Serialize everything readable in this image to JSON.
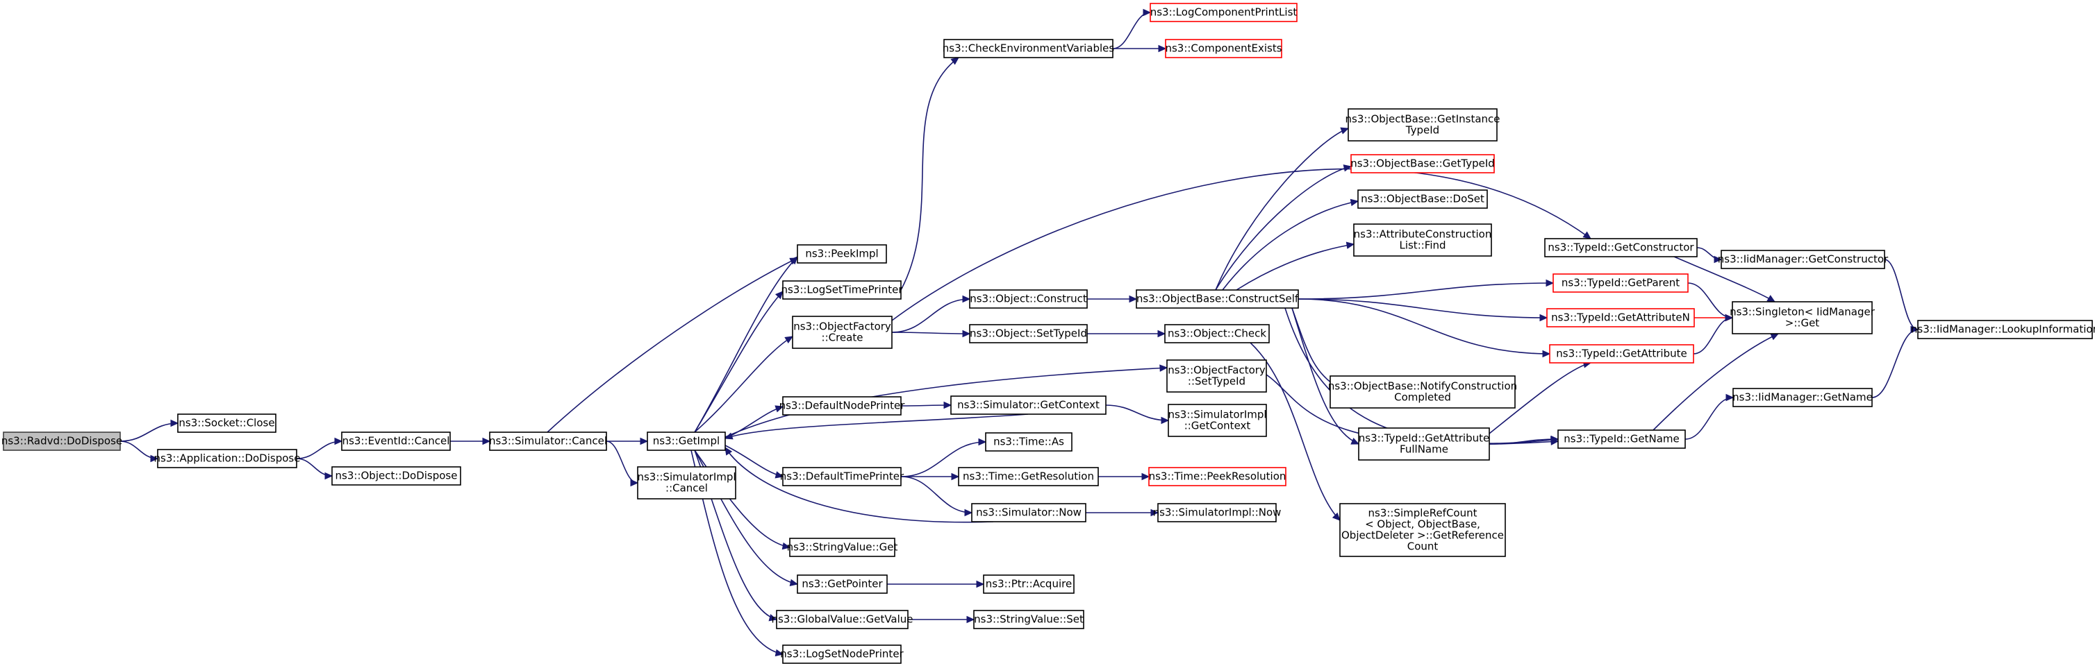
{
  "graph": {
    "nodes": [
      {
        "id": "radvd_dodispose",
        "lines": [
          "ns3::Radvd::DoDispose"
        ],
        "style": "root"
      },
      {
        "id": "socket_close",
        "lines": [
          "ns3::Socket::Close"
        ],
        "style": "normal"
      },
      {
        "id": "application_dodispose",
        "lines": [
          "ns3::Application::DoDispose"
        ],
        "style": "normal"
      },
      {
        "id": "eventid_cancel",
        "lines": [
          "ns3::EventId::Cancel"
        ],
        "style": "normal"
      },
      {
        "id": "object_dodispose",
        "lines": [
          "ns3::Object::DoDispose"
        ],
        "style": "normal"
      },
      {
        "id": "simulator_cancel",
        "lines": [
          "ns3::Simulator::Cancel"
        ],
        "style": "normal"
      },
      {
        "id": "getimpl",
        "lines": [
          "ns3::GetImpl"
        ],
        "style": "normal"
      },
      {
        "id": "simulatorimpl_cancel",
        "lines": [
          "ns3::SimulatorImpl",
          "::Cancel"
        ],
        "style": "normal"
      },
      {
        "id": "peekimpl",
        "lines": [
          "ns3::PeekImpl"
        ],
        "style": "normal"
      },
      {
        "id": "logsettimeprinter",
        "lines": [
          "ns3::LogSetTimePrinter"
        ],
        "style": "normal"
      },
      {
        "id": "objectfactory_create",
        "lines": [
          "ns3::ObjectFactory",
          "::Create"
        ],
        "style": "normal"
      },
      {
        "id": "defaultnodeprinter",
        "lines": [
          "ns3::DefaultNodePrinter"
        ],
        "style": "normal"
      },
      {
        "id": "defaulttimeprinter",
        "lines": [
          "ns3::DefaultTimePrinter"
        ],
        "style": "normal"
      },
      {
        "id": "stringvalue_get",
        "lines": [
          "ns3::StringValue::Get"
        ],
        "style": "normal"
      },
      {
        "id": "getpointer",
        "lines": [
          "ns3::GetPointer"
        ],
        "style": "normal"
      },
      {
        "id": "globalvalue_getvalue",
        "lines": [
          "ns3::GlobalValue::GetValue"
        ],
        "style": "normal"
      },
      {
        "id": "logsetnodeprinter",
        "lines": [
          "ns3::LogSetNodePrinter"
        ],
        "style": "normal"
      },
      {
        "id": "checkenvironmentvariables",
        "lines": [
          "ns3::CheckEnvironmentVariables"
        ],
        "style": "normal"
      },
      {
        "id": "logcomponentprintlist",
        "lines": [
          "ns3::LogComponentPrintList"
        ],
        "style": "red"
      },
      {
        "id": "componentexists",
        "lines": [
          "ns3::ComponentExists"
        ],
        "style": "red"
      },
      {
        "id": "object_construct",
        "lines": [
          "ns3::Object::Construct"
        ],
        "style": "normal"
      },
      {
        "id": "object_settypeid",
        "lines": [
          "ns3::Object::SetTypeId"
        ],
        "style": "normal"
      },
      {
        "id": "objectfactory_settypeid",
        "lines": [
          "ns3::ObjectFactory",
          "::SetTypeId"
        ],
        "style": "normal"
      },
      {
        "id": "simulator_getcontext",
        "lines": [
          "ns3::Simulator::GetContext"
        ],
        "style": "normal"
      },
      {
        "id": "time_as",
        "lines": [
          "ns3::Time::As"
        ],
        "style": "normal"
      },
      {
        "id": "time_getresolution",
        "lines": [
          "ns3::Time::GetResolution"
        ],
        "style": "normal"
      },
      {
        "id": "simulator_now",
        "lines": [
          "ns3::Simulator::Now"
        ],
        "style": "normal"
      },
      {
        "id": "ptr_acquire",
        "lines": [
          "ns3::Ptr::Acquire"
        ],
        "style": "normal"
      },
      {
        "id": "stringvalue_set",
        "lines": [
          "ns3::StringValue::Set"
        ],
        "style": "normal"
      },
      {
        "id": "objectbase_constructself",
        "lines": [
          "ns3::ObjectBase::ConstructSelf"
        ],
        "style": "normal"
      },
      {
        "id": "object_check",
        "lines": [
          "ns3::Object::Check"
        ],
        "style": "normal"
      },
      {
        "id": "simulatorimpl_getcontext",
        "lines": [
          "ns3::SimulatorImpl",
          "::GetContext"
        ],
        "style": "normal"
      },
      {
        "id": "time_peekresolution",
        "lines": [
          "ns3::Time::PeekResolution"
        ],
        "style": "red"
      },
      {
        "id": "simulatorimpl_now",
        "lines": [
          "ns3::SimulatorImpl::Now"
        ],
        "style": "normal"
      },
      {
        "id": "objectbase_getinstancetypeid",
        "lines": [
          "ns3::ObjectBase::GetInstance",
          "TypeId"
        ],
        "style": "normal"
      },
      {
        "id": "objectbase_gettypeid",
        "lines": [
          "ns3::ObjectBase::GetTypeId"
        ],
        "style": "red"
      },
      {
        "id": "objectbase_doset",
        "lines": [
          "ns3::ObjectBase::DoSet"
        ],
        "style": "normal"
      },
      {
        "id": "attributeconstructionlist_find",
        "lines": [
          "ns3::AttributeConstruction",
          "List::Find"
        ],
        "style": "normal"
      },
      {
        "id": "objectbase_notifyconstructioncompleted",
        "lines": [
          "ns3::ObjectBase::NotifyConstruction",
          "Completed"
        ],
        "style": "normal"
      },
      {
        "id": "typeid_getattributefullname",
        "lines": [
          "ns3::TypeId::GetAttribute",
          "FullName"
        ],
        "style": "normal"
      },
      {
        "id": "simplerefcount_getreferencecount",
        "lines": [
          "ns3::SimpleRefCount",
          "< Object, ObjectBase,",
          "ObjectDeleter >::GetReference",
          "Count"
        ],
        "style": "normal"
      },
      {
        "id": "typeid_getconstructor",
        "lines": [
          "ns3::TypeId::GetConstructor"
        ],
        "style": "normal"
      },
      {
        "id": "typeid_getparent",
        "lines": [
          "ns3::TypeId::GetParent"
        ],
        "style": "red"
      },
      {
        "id": "typeid_getattributen",
        "lines": [
          "ns3::TypeId::GetAttributeN"
        ],
        "style": "red"
      },
      {
        "id": "typeid_getattribute",
        "lines": [
          "ns3::TypeId::GetAttribute"
        ],
        "style": "red"
      },
      {
        "id": "typeid_getname",
        "lines": [
          "ns3::TypeId::GetName"
        ],
        "style": "normal"
      },
      {
        "id": "iidmanager_getconstructor",
        "lines": [
          "ns3::IidManager::GetConstructor"
        ],
        "style": "normal"
      },
      {
        "id": "singleton_get",
        "lines": [
          "ns3::Singleton< IidManager",
          " >::Get"
        ],
        "style": "normal"
      },
      {
        "id": "iidmanager_getname",
        "lines": [
          "ns3::IidManager::GetName"
        ],
        "style": "normal"
      },
      {
        "id": "iidmanager_lookupinformation",
        "lines": [
          "ns3::IidManager::LookupInformation"
        ],
        "style": "normal"
      }
    ],
    "edges": [
      {
        "from": "radvd_dodispose",
        "to": "socket_close"
      },
      {
        "from": "radvd_dodispose",
        "to": "application_dodispose"
      },
      {
        "from": "application_dodispose",
        "to": "eventid_cancel"
      },
      {
        "from": "application_dodispose",
        "to": "object_dodispose"
      },
      {
        "from": "eventid_cancel",
        "to": "simulator_cancel"
      },
      {
        "from": "simulator_cancel",
        "to": "getimpl"
      },
      {
        "from": "simulator_cancel",
        "to": "simulatorimpl_cancel"
      },
      {
        "from": "simulator_cancel",
        "to": "peekimpl"
      },
      {
        "from": "getimpl",
        "to": "peekimpl"
      },
      {
        "from": "getimpl",
        "to": "logsettimeprinter"
      },
      {
        "from": "getimpl",
        "to": "objectfactory_create"
      },
      {
        "from": "getimpl",
        "to": "objectfactory_settypeid"
      },
      {
        "from": "getimpl",
        "to": "defaultnodeprinter"
      },
      {
        "from": "getimpl",
        "to": "defaulttimeprinter"
      },
      {
        "from": "getimpl",
        "to": "stringvalue_get"
      },
      {
        "from": "getimpl",
        "to": "getpointer"
      },
      {
        "from": "getimpl",
        "to": "globalvalue_getvalue"
      },
      {
        "from": "getimpl",
        "to": "logsetnodeprinter"
      },
      {
        "from": "logsettimeprinter",
        "to": "checkenvironmentvariables"
      },
      {
        "from": "checkenvironmentvariables",
        "to": "logcomponentprintlist"
      },
      {
        "from": "checkenvironmentvariables",
        "to": "componentexists"
      },
      {
        "from": "objectfactory_create",
        "to": "typeid_getconstructor"
      },
      {
        "from": "objectfactory_create",
        "to": "object_construct"
      },
      {
        "from": "objectfactory_create",
        "to": "object_settypeid"
      },
      {
        "from": "object_construct",
        "to": "objectbase_constructself"
      },
      {
        "from": "object_settypeid",
        "to": "object_check"
      },
      {
        "from": "object_check",
        "to": "simplerefcount_getreferencecount"
      },
      {
        "from": "objectfactory_settypeid",
        "to": "typeid_getname"
      },
      {
        "from": "defaultnodeprinter",
        "to": "simulator_getcontext"
      },
      {
        "from": "simulator_getcontext",
        "to": "getimpl"
      },
      {
        "from": "simulator_getcontext",
        "to": "simulatorimpl_getcontext"
      },
      {
        "from": "defaulttimeprinter",
        "to": "time_as"
      },
      {
        "from": "defaulttimeprinter",
        "to": "time_getresolution"
      },
      {
        "from": "defaulttimeprinter",
        "to": "simulator_now"
      },
      {
        "from": "time_getresolution",
        "to": "time_peekresolution"
      },
      {
        "from": "simulator_now",
        "to": "getimpl"
      },
      {
        "from": "simulator_now",
        "to": "simulatorimpl_now"
      },
      {
        "from": "getpointer",
        "to": "ptr_acquire"
      },
      {
        "from": "globalvalue_getvalue",
        "to": "stringvalue_set"
      },
      {
        "from": "objectbase_constructself",
        "to": "objectbase_getinstancetypeid"
      },
      {
        "from": "objectbase_constructself",
        "to": "objectbase_gettypeid"
      },
      {
        "from": "objectbase_constructself",
        "to": "objectbase_doset"
      },
      {
        "from": "objectbase_constructself",
        "to": "attributeconstructionlist_find"
      },
      {
        "from": "objectbase_constructself",
        "to": "typeid_getparent"
      },
      {
        "from": "objectbase_constructself",
        "to": "typeid_getattributen"
      },
      {
        "from": "objectbase_constructself",
        "to": "typeid_getattribute"
      },
      {
        "from": "objectbase_constructself",
        "to": "objectbase_notifyconstructioncompleted"
      },
      {
        "from": "objectbase_constructself",
        "to": "typeid_getattributefullname"
      },
      {
        "from": "objectbase_constructself",
        "to": "typeid_getname"
      },
      {
        "from": "typeid_getattributefullname",
        "to": "typeid_getattribute"
      },
      {
        "from": "typeid_getattributefullname",
        "to": "typeid_getname"
      },
      {
        "from": "typeid_getconstructor",
        "to": "iidmanager_getconstructor"
      },
      {
        "from": "typeid_getconstructor",
        "to": "singleton_get"
      },
      {
        "from": "typeid_getparent",
        "to": "singleton_get"
      },
      {
        "from": "typeid_getattributen",
        "to": "singleton_get",
        "style": "red"
      },
      {
        "from": "typeid_getattribute",
        "to": "singleton_get"
      },
      {
        "from": "typeid_getname",
        "to": "singleton_get"
      },
      {
        "from": "typeid_getname",
        "to": "iidmanager_getname"
      },
      {
        "from": "iidmanager_getconstructor",
        "to": "iidmanager_lookupinformation"
      },
      {
        "from": "iidmanager_getname",
        "to": "iidmanager_lookupinformation"
      }
    ]
  }
}
